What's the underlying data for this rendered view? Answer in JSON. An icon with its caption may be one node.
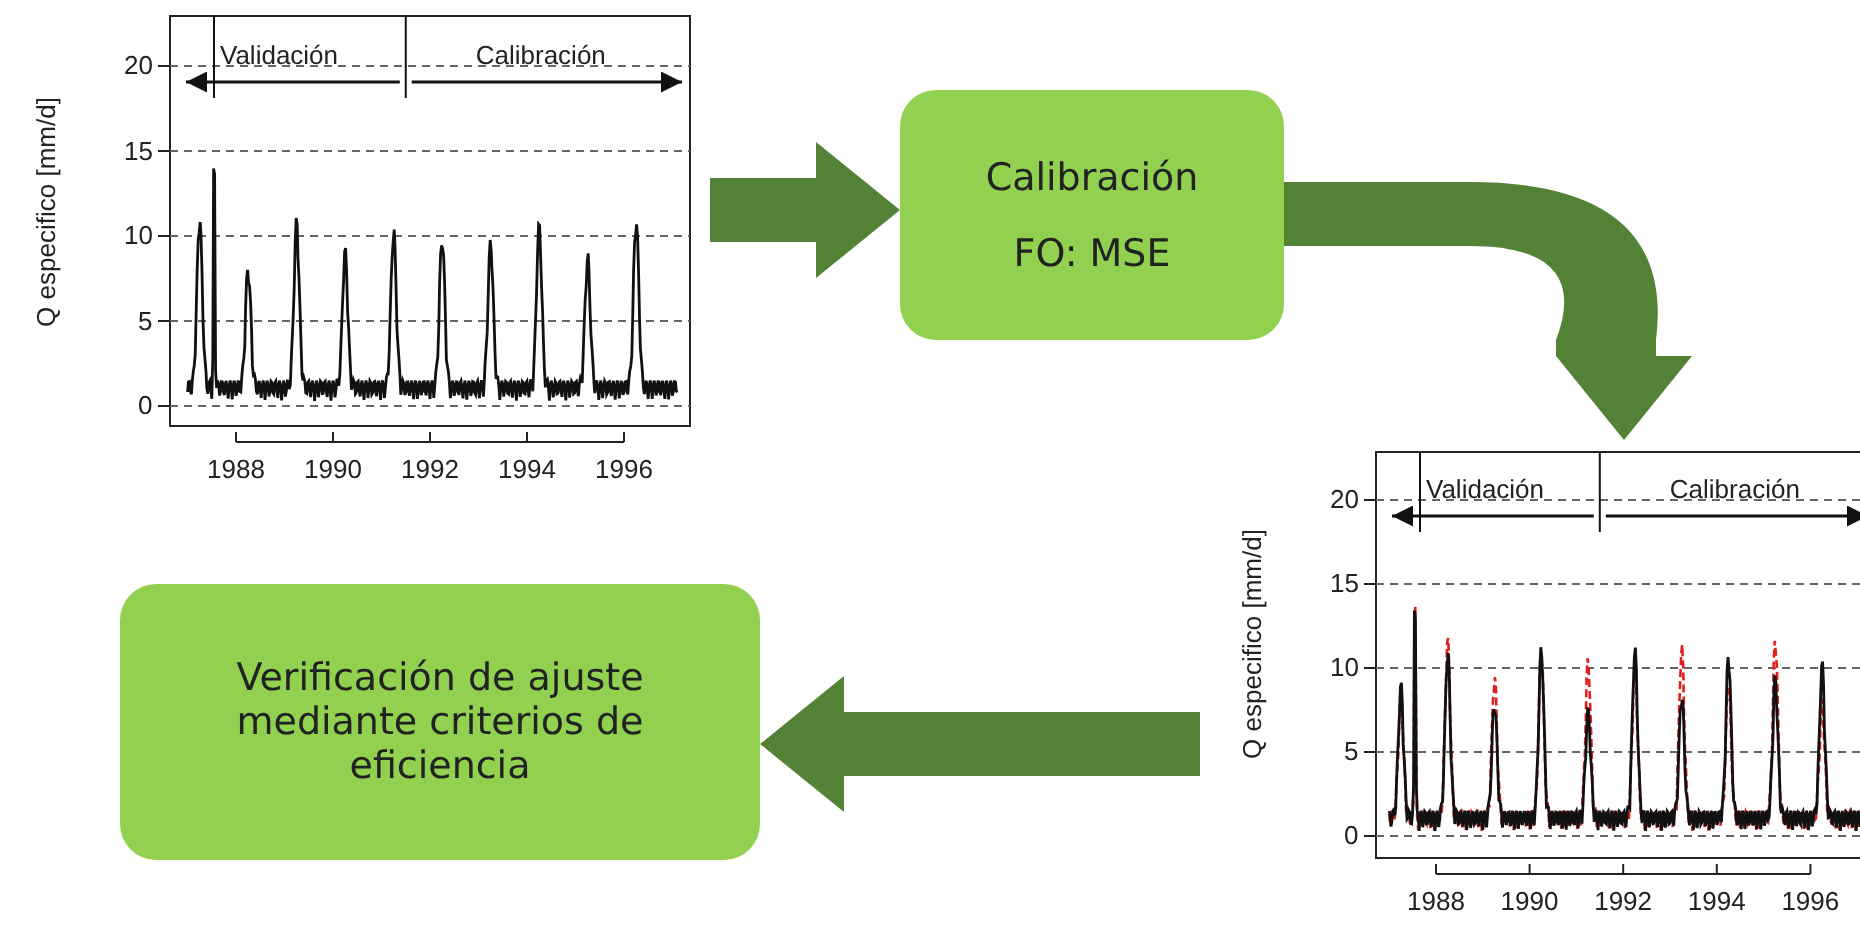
{
  "diagram": {
    "nodes": [
      {
        "text": [],
        "shape": "picture"
      },
      {
        "text": [
          "Calibración",
          "FO: MSE"
        ]
      },
      {
        "text": [],
        "shape": "picture"
      },
      {
        "text": [
          "Verificación de ajuste mediante criterios de eficiencia"
        ]
      }
    ],
    "edges": [
      {
        "from": 0,
        "to": 1,
        "arrow": "to"
      },
      {
        "from": 1,
        "to": 2,
        "arrow": "to"
      },
      {
        "from": 2,
        "to": 3,
        "arrow": "to"
      }
    ],
    "labels": [
      "Q especifico [mm/d]",
      "0",
      "5",
      "10",
      "15",
      "20",
      "1988",
      "1990",
      "1992",
      "1994",
      "1996",
      "Validación",
      "Calibración",
      "Q especifico [mm/d]",
      "0",
      "5",
      "10",
      "15",
      "20",
      "1988",
      "1990",
      "1992",
      "1994",
      "1996",
      "Validación",
      "Calibración"
    ]
  }
}
